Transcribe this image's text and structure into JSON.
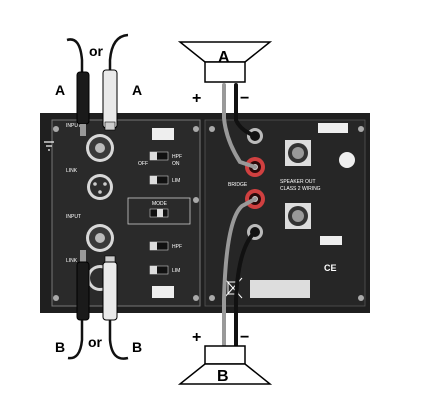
{
  "diagram": {
    "speaker_top_label": "A",
    "speaker_bottom_label": "B",
    "plus": "+",
    "minus": "−",
    "input_a_left_label": "A",
    "input_a_right_label": "A",
    "input_b_left_label": "B",
    "input_b_right_label": "B",
    "or": "or",
    "panel": {
      "input_top": "INPUT",
      "link_top": "LINK",
      "input_bottom": "INPUT",
      "link_bottom": "LINK",
      "hpf": "HPF",
      "lim": "LIM",
      "mode": "MODE",
      "bridge": "BRIDGE",
      "speaker_out": "SPEAKER OUT",
      "class2": "CLASS 2 WIRING",
      "ce": "CE",
      "off": "OFF",
      "on": "ON"
    }
  }
}
